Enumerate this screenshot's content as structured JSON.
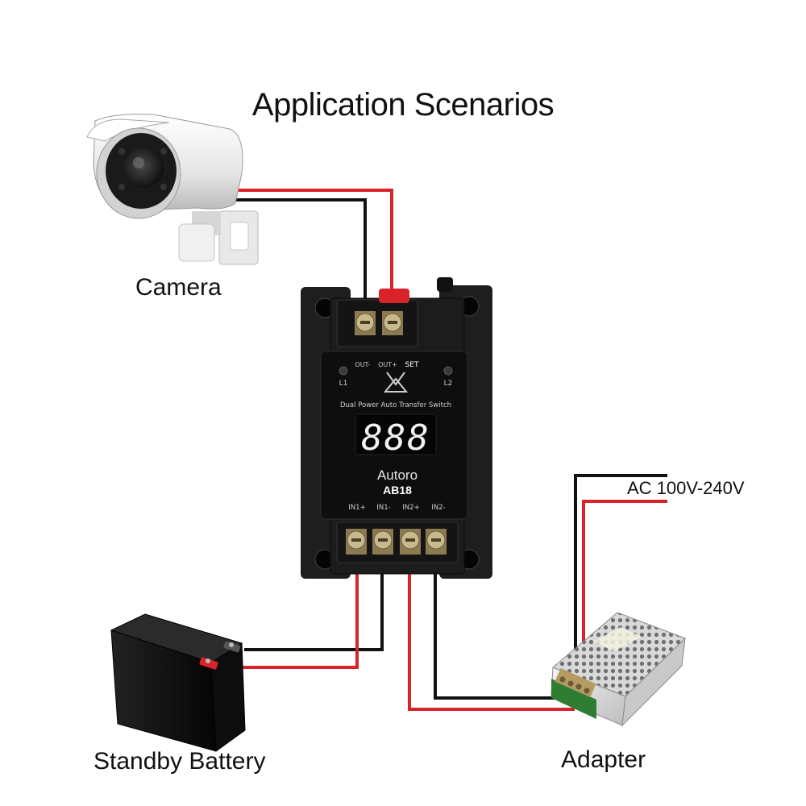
{
  "title": "Application Scenarios",
  "components": {
    "camera": {
      "label": "Camera"
    },
    "battery": {
      "label": "Standby Battery"
    },
    "adapter": {
      "label": "Adapter"
    },
    "ac_input": {
      "label": "AC 100V-240V"
    }
  },
  "device": {
    "brand": "Autoro",
    "model": "AB18",
    "name": "Dual Power Auto Transfer Switch",
    "display": "888",
    "set_label": "SET",
    "led_left": "L1",
    "led_right": "L2",
    "top_terminals": [
      "OUT-",
      "OUT+"
    ],
    "bottom_terminals": [
      "IN1+",
      "IN1-",
      "IN2+",
      "IN2-"
    ]
  },
  "colors": {
    "wire_positive": "#d8232a",
    "wire_negative": "#111111",
    "device_body": "#1c1c1c",
    "display_segment": "#f2f2f2"
  }
}
